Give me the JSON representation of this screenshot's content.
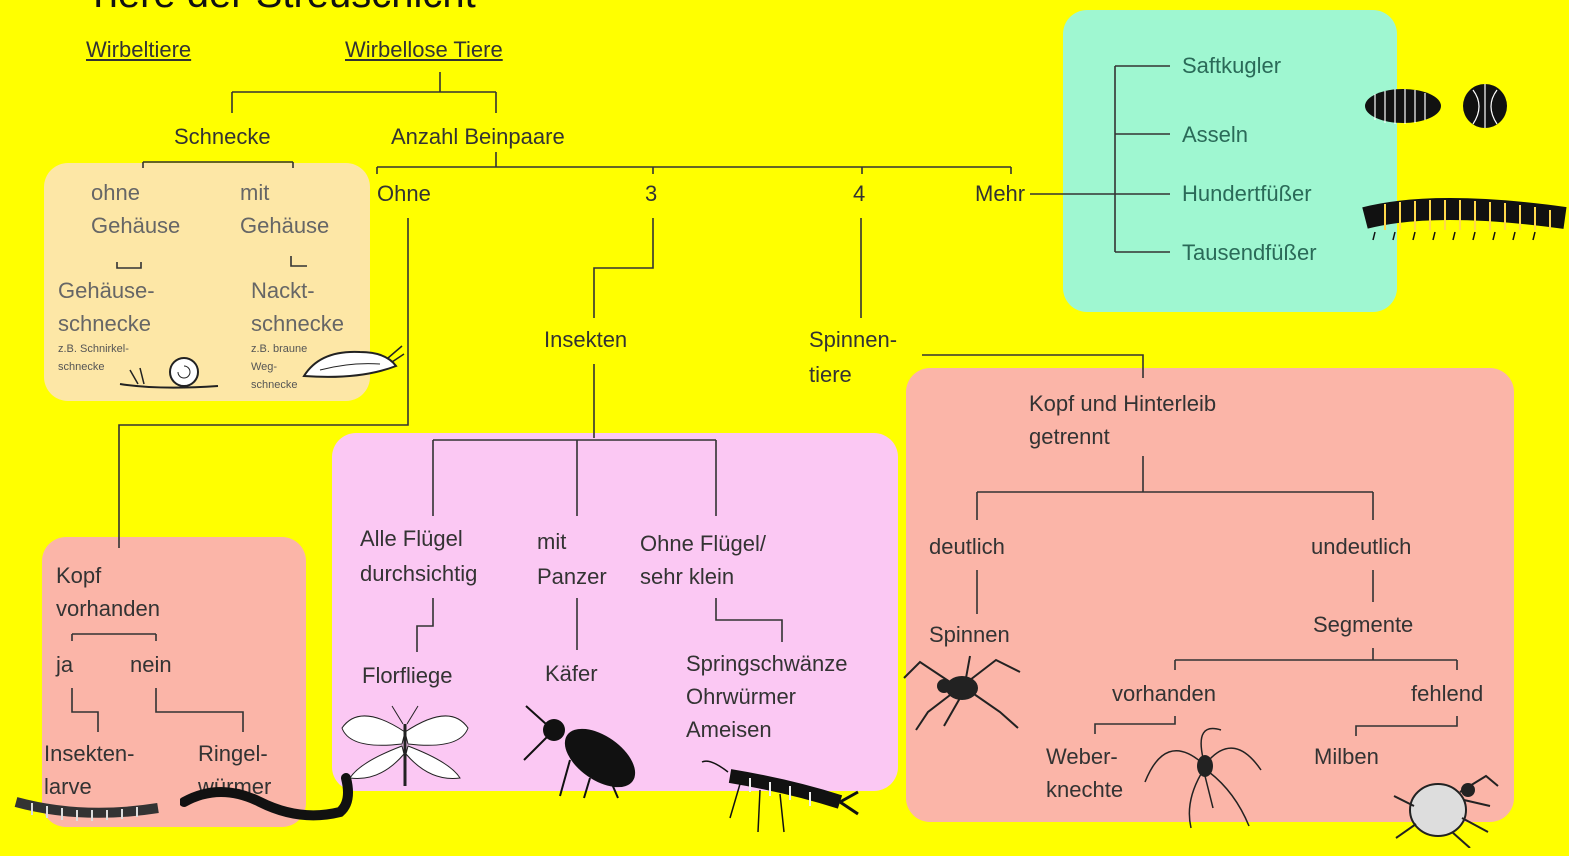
{
  "title": "Tiere der Streuschicht",
  "colors": {
    "background": "#ffff00",
    "panel_schnecke": "#fde7a6",
    "panel_mehr": "#9ff7d1",
    "panel_insekten": "#fbc8f3",
    "panel_red": "#fbb5a8",
    "line": "#333333"
  },
  "top": {
    "wirbeltiere": "Wirbeltiere",
    "wirbellose": "Wirbellose Tiere"
  },
  "schnecke": {
    "label": "Schnecke",
    "ohne": [
      "ohne",
      "Gehäuse"
    ],
    "mit": [
      "mit",
      "Gehäuse"
    ],
    "gehaeuseschnecke": [
      "Gehäuse-",
      "schnecke"
    ],
    "nacktschnecke": [
      "Nackt-",
      "schnecke"
    ],
    "example_gehaeuse": [
      "z.B. Schnirkel-",
      "schnecke"
    ],
    "example_nackt": [
      "z.B. braune",
      "Weg-",
      "schnecke"
    ]
  },
  "beinpaare": {
    "label": "Anzahl Beinpaare",
    "ohne": "Ohne",
    "drei": "3",
    "vier": "4",
    "mehr": "Mehr"
  },
  "mehr_group": [
    "Saftkugler",
    "Asseln",
    "Hundertfüßer",
    "Tausendfüßer"
  ],
  "ohne_branch": {
    "kopf": [
      "Kopf",
      "vorhanden"
    ],
    "ja": "ja",
    "nein": "nein",
    "insektenlarve": [
      "Insekten-",
      "larve"
    ],
    "ringelwuermer": [
      "Ringel-",
      "würmer"
    ]
  },
  "insekten": {
    "label": "Insekten",
    "fluegel": [
      "Alle Flügel",
      "durchsichtig"
    ],
    "panzer": [
      "mit",
      "Panzer"
    ],
    "ohne_fluegel": [
      "Ohne Flügel/",
      "sehr klein"
    ],
    "florfliege": "Florfliege",
    "kaefer": "Käfer",
    "springschwaenze": [
      "Springschwänze",
      "Ohrwürmer",
      "Ameisen"
    ]
  },
  "spinnentiere": {
    "label": [
      "Spinnen-",
      "tiere"
    ],
    "kopf_hinterleib": [
      "Kopf und Hinterleib",
      "getrennt"
    ],
    "deutlich": "deutlich",
    "undeutlich": "undeutlich",
    "spinnen": "Spinnen",
    "segmente": "Segmente",
    "vorhanden": "vorhanden",
    "fehlend": "fehlend",
    "weberknechte": [
      "Weber-",
      "knechte"
    ],
    "milben": "Milben"
  }
}
